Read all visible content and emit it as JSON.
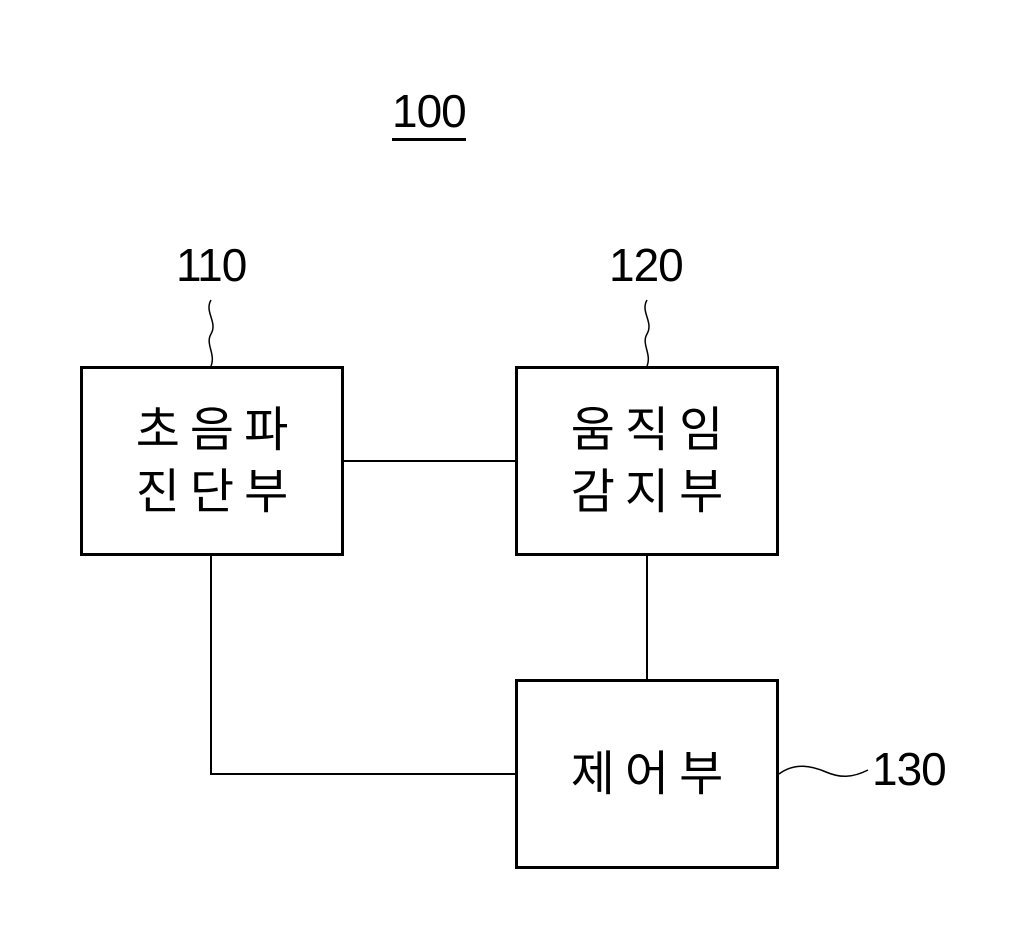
{
  "diagram": {
    "system_ref": "100",
    "blocks": [
      {
        "ref": "110",
        "lines": [
          "초음파",
          "진단부"
        ]
      },
      {
        "ref": "120",
        "lines": [
          "움직임",
          "감지부"
        ]
      },
      {
        "ref": "130",
        "lines": [
          "제어부"
        ]
      }
    ],
    "connections": [
      {
        "from": "110",
        "to": "120"
      },
      {
        "from": "110",
        "to": "130"
      },
      {
        "from": "120",
        "to": "130"
      }
    ]
  }
}
